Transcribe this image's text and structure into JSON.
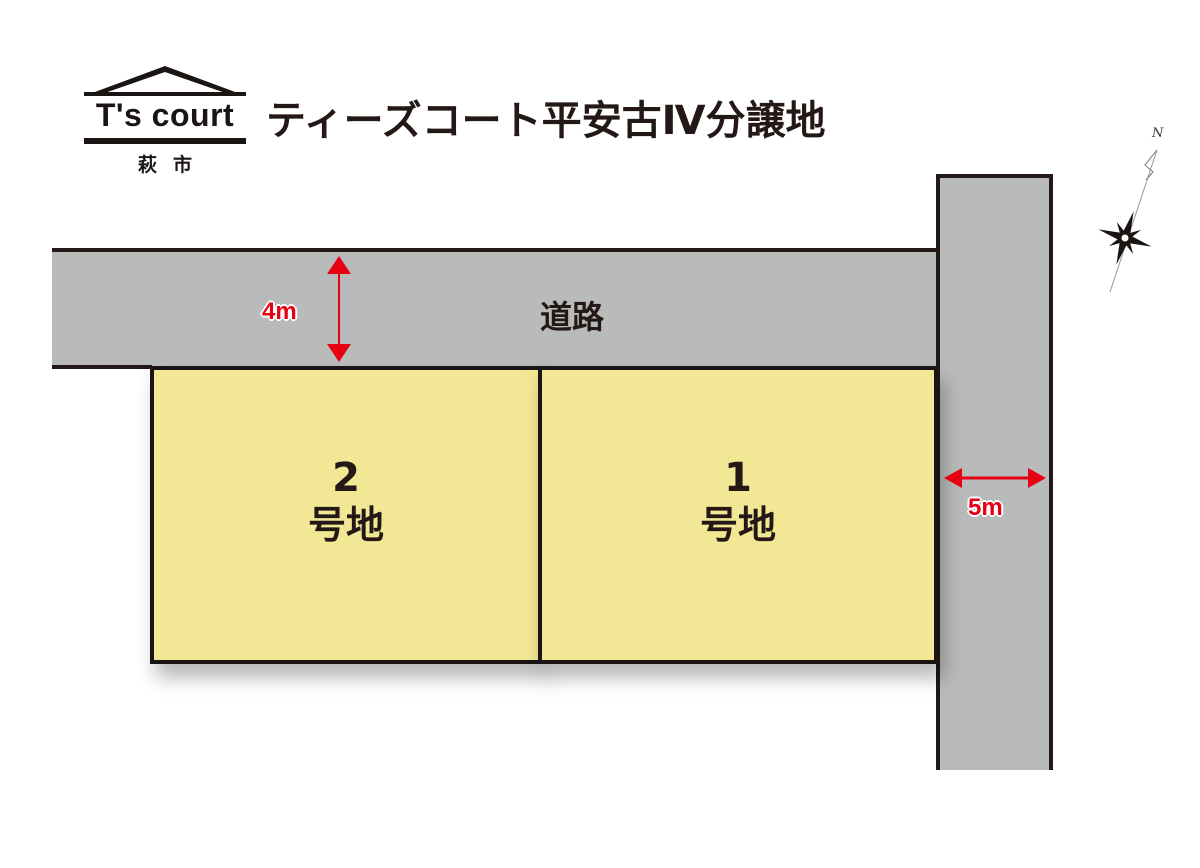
{
  "logo": {
    "brand": "T's court",
    "city": "萩市"
  },
  "header": {
    "title": "ティーズコート平安古Ⅳ分譲地"
  },
  "map": {
    "road_label": "道路",
    "road_width_north": "4m",
    "road_width_east": "5m",
    "compass_label": "N",
    "lots": [
      {
        "number": "2",
        "name": "号地"
      },
      {
        "number": "1",
        "name": "号地"
      }
    ]
  },
  "colors": {
    "road": "#b9bbbb",
    "lot": "#f1e795",
    "outline": "#231815",
    "dimension": "#e60012"
  }
}
